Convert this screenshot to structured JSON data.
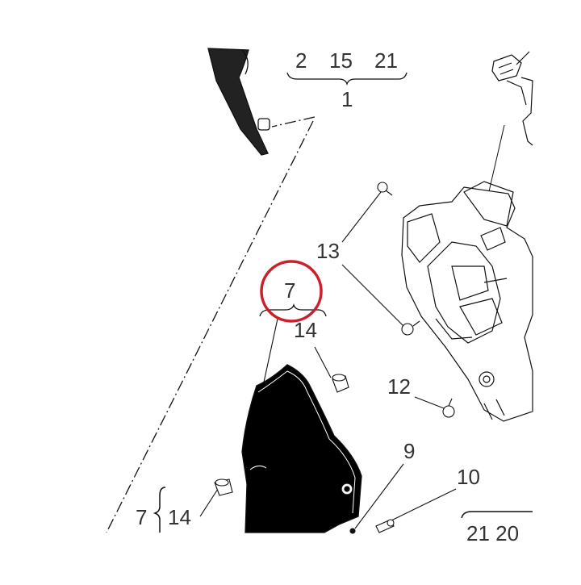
{
  "diagram": {
    "group_top": {
      "parts": [
        "2",
        "15",
        "21"
      ],
      "assembly": "1"
    },
    "group_left": {
      "assembly": "7",
      "part": "14"
    },
    "group_bottom_left": {
      "assembly": "7",
      "part": "14"
    },
    "callouts": [
      "13",
      "12",
      "9",
      "10"
    ],
    "cutoff_label": "21  20",
    "highlight": {
      "target": "7",
      "color": "#cc1f2b"
    },
    "colors": {
      "ink": "#111111",
      "label": "#333333",
      "panel": "#000000",
      "background": "#ffffff"
    }
  }
}
